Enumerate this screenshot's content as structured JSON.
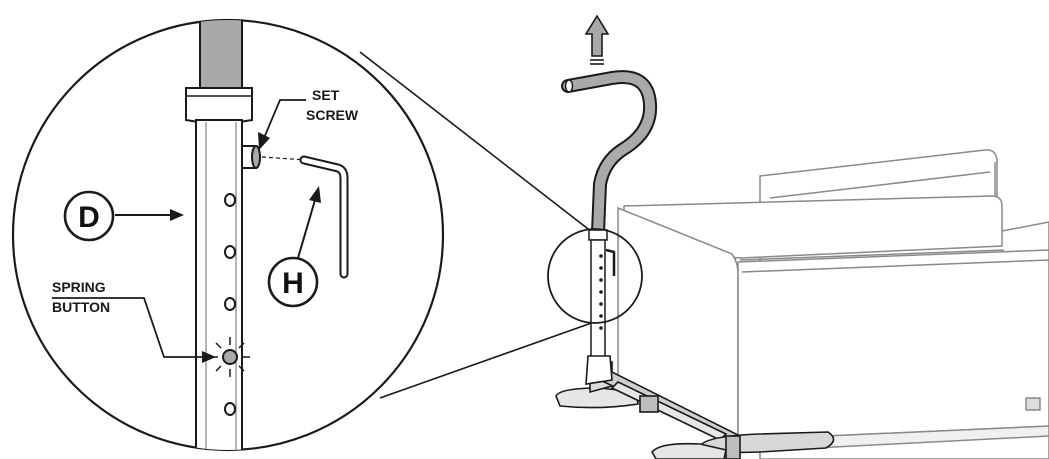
{
  "labels": {
    "set_screw_line1": "SET",
    "set_screw_line2": "SCREW",
    "spring_button_line1": "SPRING",
    "spring_button_line2": "BUTTON",
    "part_d": "D",
    "part_h": "H"
  },
  "icons": {
    "up_arrow": "up-arrow-icon",
    "spring_burst": "burst-icon"
  },
  "colors": {
    "line": "#1a1a1a",
    "tube_fill": "#a9a9a9",
    "background": "#ffffff",
    "furniture_line": "#8a8a8a"
  }
}
